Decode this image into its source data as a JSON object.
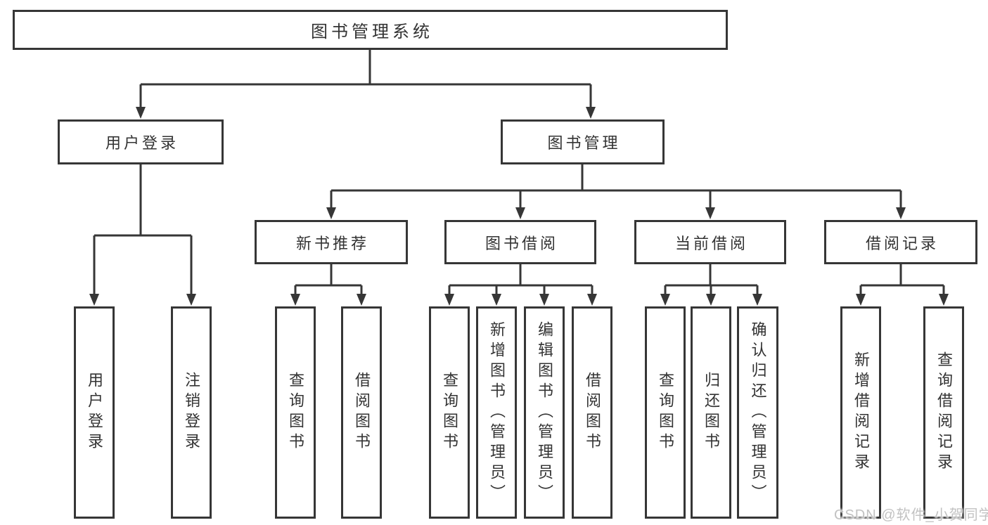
{
  "diagram": {
    "root": {
      "label": "图书管理系统"
    },
    "branches": [
      {
        "label": "用户登录",
        "children": [
          {
            "label": "用户登录"
          },
          {
            "label": "注销登录"
          }
        ]
      },
      {
        "label": "图书管理",
        "children": [
          {
            "label": "新书推荐",
            "children": [
              {
                "label": "查询图书"
              },
              {
                "label": "借阅图书"
              }
            ]
          },
          {
            "label": "图书借阅",
            "children": [
              {
                "label": "查询图书"
              },
              {
                "label": "新增图书（管理员）"
              },
              {
                "label": "编辑图书（管理员）"
              },
              {
                "label": "借阅图书"
              }
            ]
          },
          {
            "label": "当前借阅",
            "children": [
              {
                "label": "查询图书"
              },
              {
                "label": "归还图书"
              },
              {
                "label": "确认归还（管理员）"
              }
            ]
          },
          {
            "label": "借阅记录",
            "children": [
              {
                "label": "新增借阅记录"
              },
              {
                "label": "查询借阅记录"
              }
            ]
          }
        ]
      }
    ]
  },
  "watermark": {
    "text": "CSDN @软件_小贺同学"
  },
  "style": {
    "line_color": "#363636",
    "text_color": "#333333",
    "background_color": "#ffffff",
    "watermark_color": "#c2c2c2"
  }
}
